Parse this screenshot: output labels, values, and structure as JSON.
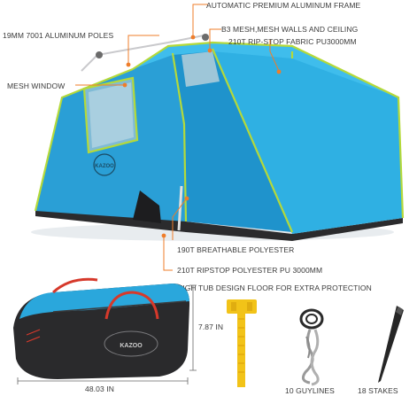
{
  "annotations": {
    "aluminum_frame": "AUTOMATIC PREMIUM ALUMINUM FRAME",
    "poles": "19MM 7001 ALUMINUM POLES",
    "mesh_walls": "B3 MESH,MESH WALLS AND CEILING",
    "ripstop_fabric": "210T RIP-STOP FABRIC PU3000MM",
    "mesh_window": "MESH WINDOW",
    "breathable": "190T BREATHABLE POLYESTER",
    "floor_line1": "210T RIPSTOP POLYESTER PU 3000MM",
    "floor_line2": "HIGH TUB DESIGN FLOOR FOR EXTRA PROTECTION"
  },
  "accessories": {
    "bag_height": "7.87 IN",
    "bag_length": "48.03 IN",
    "guylines": "10 GUYLINES",
    "stakes": "18 STAKES"
  },
  "brand": "KAZOO",
  "colors": {
    "tent_blue": "#2aa7dc",
    "trim_green": "#b4d93a",
    "callout_orange": "#ef7d2a",
    "mallet_yellow": "#f2c318",
    "bag_dark": "#2a2a2c"
  }
}
